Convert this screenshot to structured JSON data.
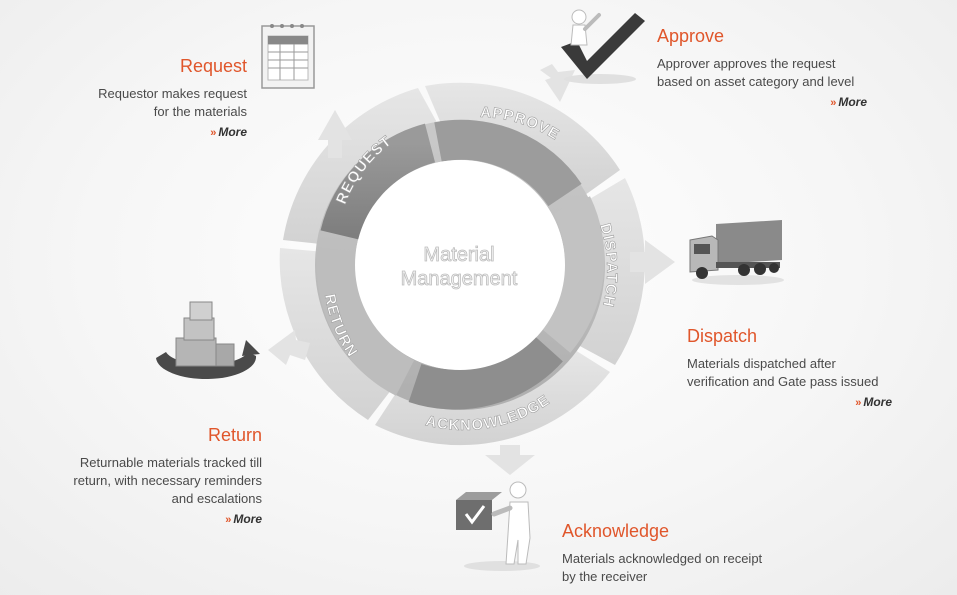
{
  "center": {
    "line1": "Material",
    "line2": "Management"
  },
  "stages": {
    "request": {
      "ring_label": "REQUEST",
      "title": "Request",
      "desc": [
        "Requestor makes request",
        "for the materials"
      ],
      "more": "More"
    },
    "approve": {
      "ring_label": "APPROVE",
      "title": "Approve",
      "desc": [
        "Approver approves the request",
        "based on asset category and level"
      ],
      "more": "More"
    },
    "dispatch": {
      "ring_label": "DISPATCH",
      "title": "Dispatch",
      "desc": [
        "Materials dispatched after",
        "verification and Gate pass issued"
      ],
      "more": "More"
    },
    "acknowledge": {
      "ring_label": "ACKNOWLEDGE",
      "title": "Acknowledge",
      "desc": [
        "Materials acknowledged on receipt",
        "by the receiver"
      ]
    },
    "return": {
      "ring_label": "RETURN",
      "title": "Return",
      "desc": [
        "Returnable materials tracked till",
        "return, with necessary reminders",
        "and escalations"
      ],
      "more": "More"
    }
  },
  "icons": {
    "request": "spreadsheet-icon",
    "approve": "checkmark-figure-icon",
    "dispatch": "truck-icon",
    "acknowledge": "person-box-icon",
    "return": "boxes-return-icon"
  },
  "colors": {
    "accent": "#e0562b",
    "ring_light": "#dcdcdc",
    "ring_dark": "#8a8a8a",
    "text": "#4a4a4a"
  }
}
